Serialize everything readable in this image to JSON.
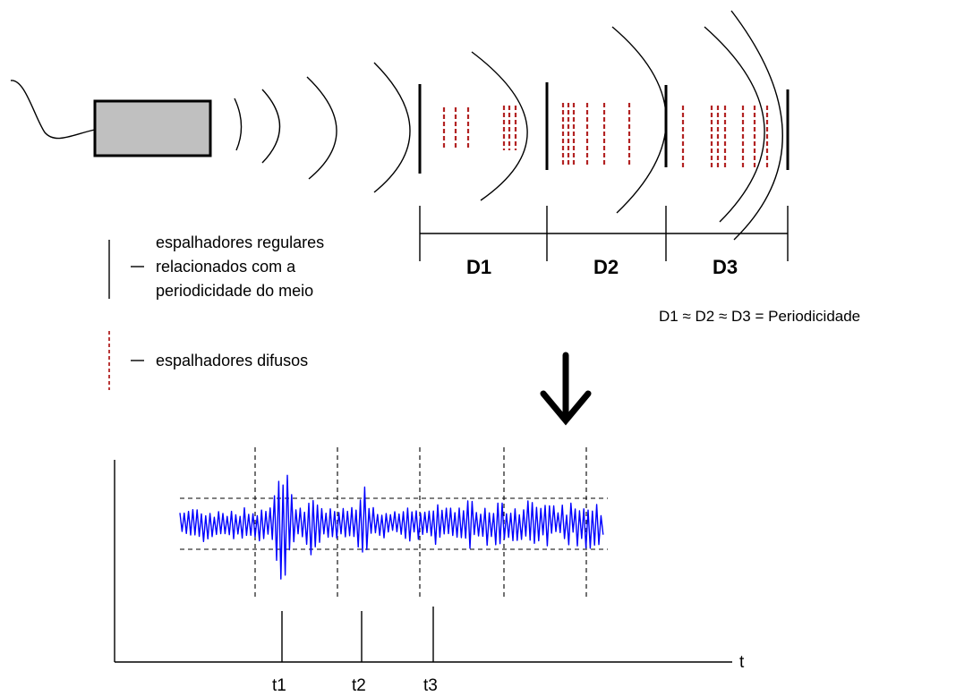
{
  "legend": {
    "regular_lines": [
      "espalhadores regulares",
      "relacionados com a",
      "periodicidade do meio"
    ],
    "diffuse": "espalhadores difusos"
  },
  "segments": [
    "D1",
    "D2",
    "D3"
  ],
  "formula": "D1 ≈ D2 ≈ D3 = Periodicidade",
  "time_labels": [
    "t1",
    "t2",
    "t3"
  ],
  "axis_label": "t",
  "colors": {
    "regular_scatterer": "#000000",
    "diffuse_scatterer": "#b22222",
    "signal": "#0000ff",
    "transducer_fill": "#c0c0c0"
  },
  "icons": [
    "transducer-box",
    "down-arrow-icon"
  ]
}
